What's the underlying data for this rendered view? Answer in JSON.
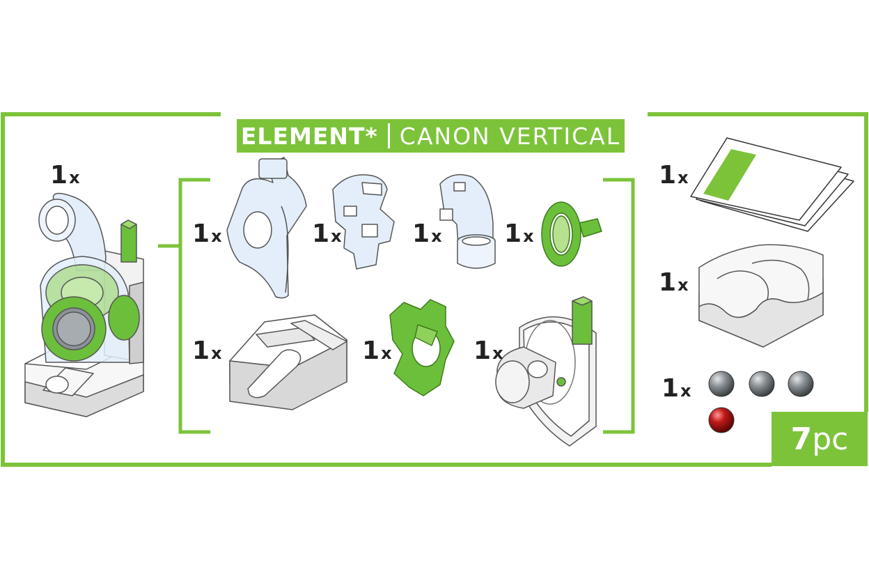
{
  "header": {
    "title_bold": "ELEMENT*",
    "title_thin": "CANON VERTICAL"
  },
  "quantities": {
    "main_assembly": {
      "n": "1",
      "x": "x"
    },
    "shell_plate": {
      "n": "1",
      "x": "x"
    },
    "clip_piece": {
      "n": "1",
      "x": "x"
    },
    "elbow_tube": {
      "n": "1",
      "x": "x"
    },
    "green_ring": {
      "n": "1",
      "x": "x"
    },
    "hex_base": {
      "n": "1",
      "x": "x"
    },
    "green_wheel": {
      "n": "1",
      "x": "x"
    },
    "cannon_base": {
      "n": "1",
      "x": "x"
    },
    "instruction_sheets": {
      "n": "1",
      "x": "x"
    },
    "terrain_tile": {
      "n": "1",
      "x": "x"
    },
    "marbles": {
      "n": "1",
      "x": "x"
    }
  },
  "badge": {
    "num": "7",
    "unit": "pc"
  },
  "colors": {
    "accent_green": "#7cc33a",
    "part_green": "#6cbf3a",
    "transparent_blue": "#e3eefa",
    "outline": "#555555",
    "steel_marble": "#7d8286",
    "red_marble": "#b01818"
  },
  "icons": {
    "marbles": [
      "steel-marble",
      "steel-marble",
      "steel-marble",
      "red-marble"
    ]
  }
}
